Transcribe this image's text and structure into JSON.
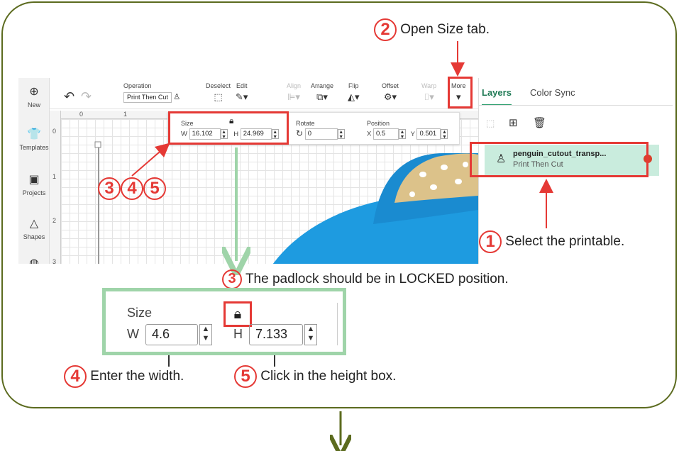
{
  "annotations": {
    "step1": {
      "num": "1",
      "text": "Select the printable."
    },
    "step2": {
      "num": "2",
      "text": "Open Size tab."
    },
    "step345": {
      "nums": [
        "3",
        "4",
        "5"
      ]
    },
    "step3": {
      "num": "3",
      "text": "The padlock should be in LOCKED position."
    },
    "step4": {
      "num": "4",
      "text": "Enter the width."
    },
    "step5": {
      "num": "5",
      "text": "Click in the height box."
    }
  },
  "sidebar": {
    "items": [
      {
        "label": "New",
        "icon": "plus-circle-icon"
      },
      {
        "label": "Templates",
        "icon": "tshirt-icon"
      },
      {
        "label": "Projects",
        "icon": "projects-icon"
      },
      {
        "label": "Shapes",
        "icon": "shapes-icon"
      }
    ]
  },
  "toolbar": {
    "operation_label": "Operation",
    "operation_value": "Print Then Cut",
    "deselect": "Deselect",
    "edit": "Edit",
    "align": "Align",
    "arrange": "Arrange",
    "flip": "Flip",
    "offset": "Offset",
    "warp": "Warp",
    "more": "More"
  },
  "ruler": {
    "h": [
      "0",
      "1"
    ],
    "v": [
      "0",
      "1",
      "2",
      "3"
    ]
  },
  "sizebar": {
    "size_label": "Size",
    "w_label": "W",
    "w_value": "16.102",
    "h_label": "H",
    "h_value": "24.969",
    "rotate_label": "Rotate",
    "rotate_value": "0",
    "position_label": "Position",
    "x_label": "X",
    "x_value": "0.5",
    "y_label": "Y",
    "y_value": "0.501"
  },
  "panel": {
    "tabs": [
      "Layers",
      "Color Sync"
    ],
    "layer": {
      "name": "penguin_cutout_transp...",
      "subtitle": "Print Then Cut"
    }
  },
  "zoom": {
    "size_label": "Size",
    "w_label": "W",
    "w_value": "4.6",
    "h_label": "H",
    "h_value": "7.133"
  },
  "colors": {
    "frame": "#5c6b1f",
    "annotation": "#e53935",
    "accent": "#2e9e6e",
    "zoom_border": "#9fd4a9",
    "penguin_blue": "#1e9be0"
  }
}
